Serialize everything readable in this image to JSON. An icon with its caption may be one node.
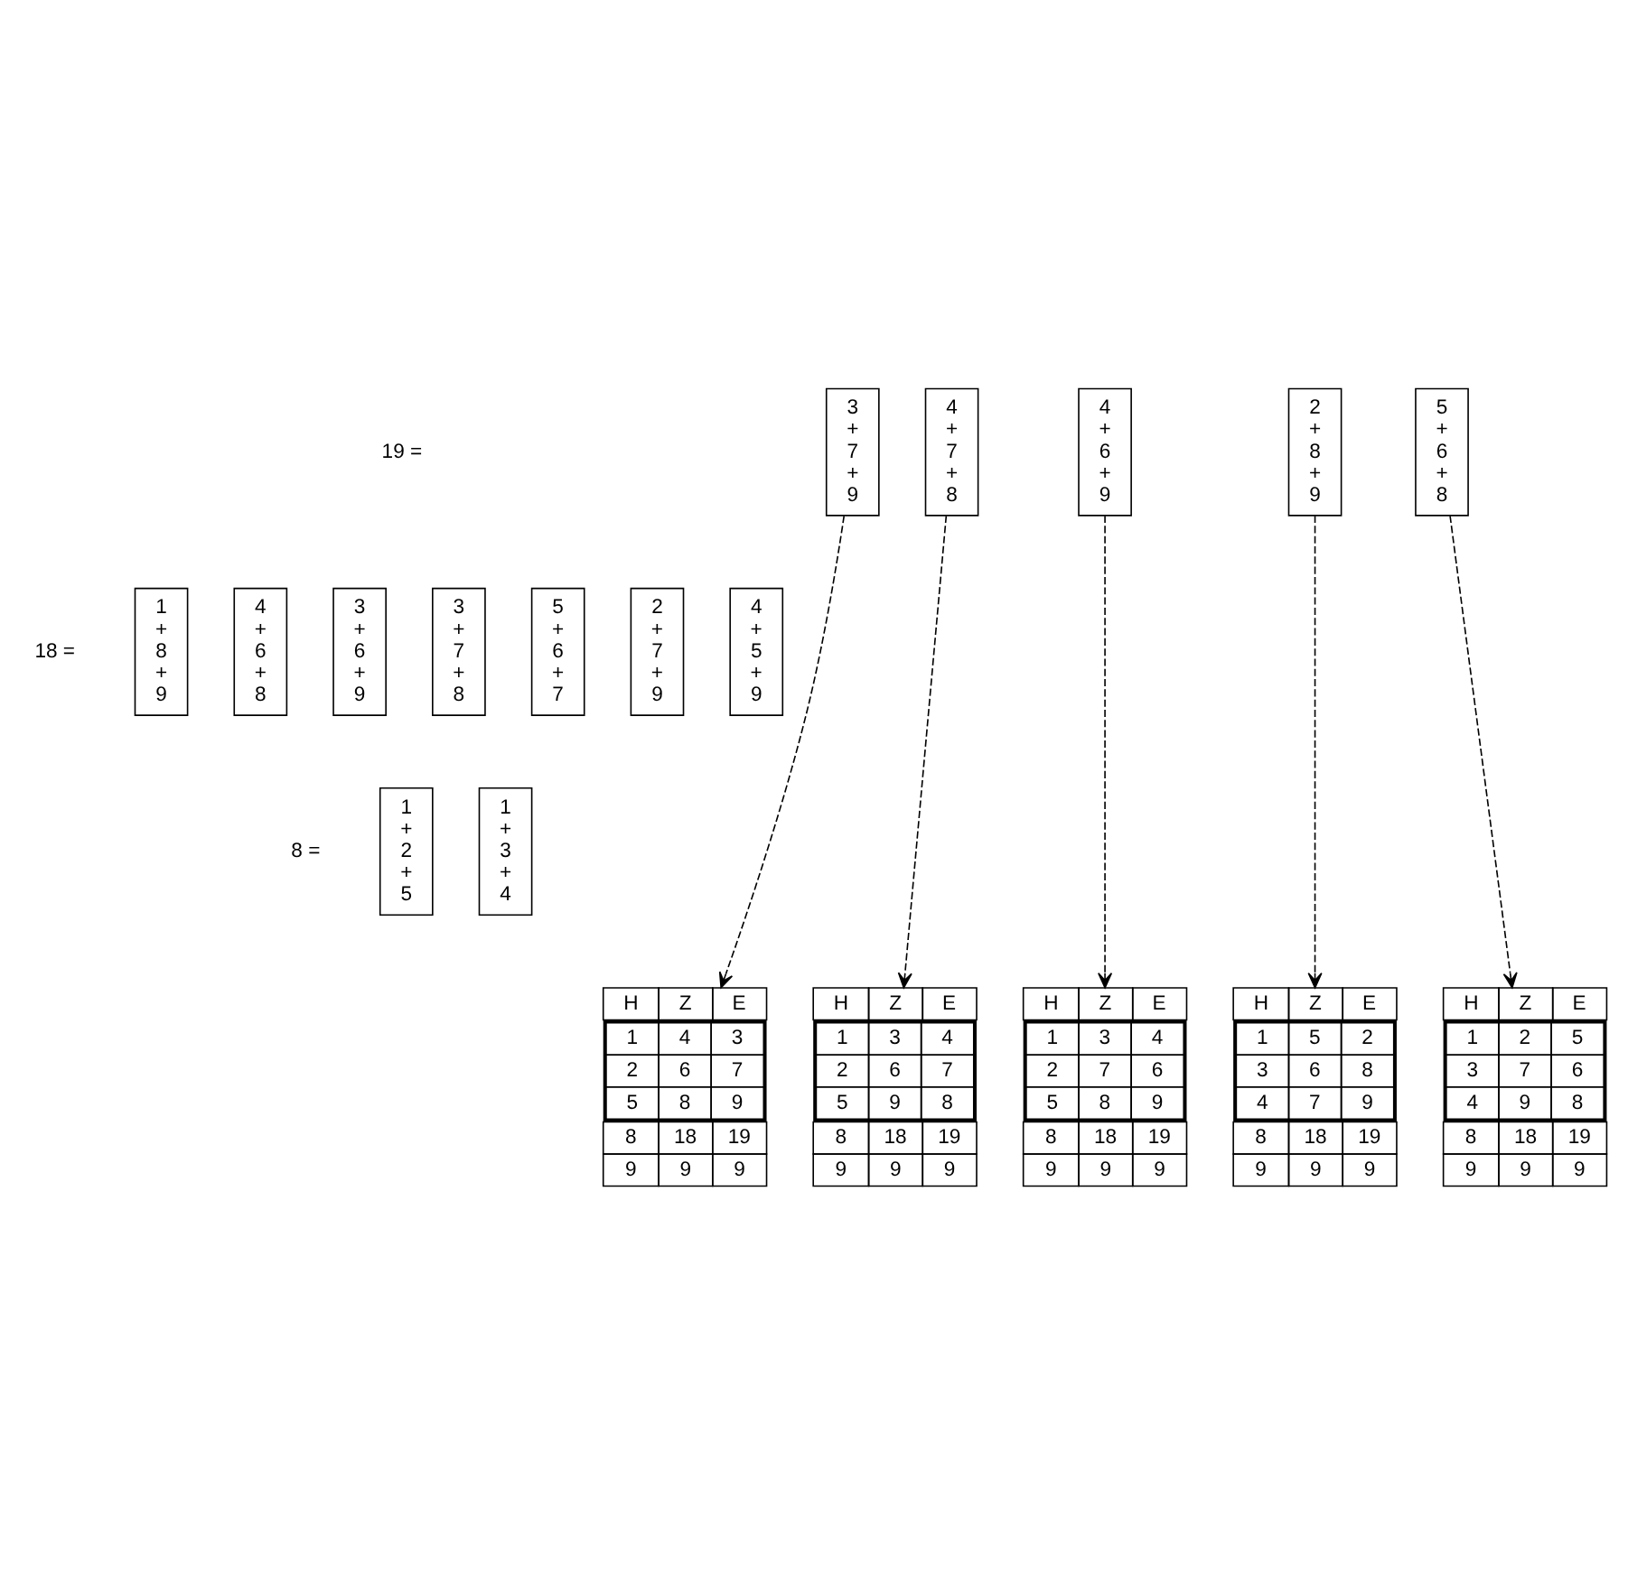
{
  "diagram": {
    "nodes": [
      {
        "text": [
          "3 + 7 + 9"
        ]
      },
      {
        "text": [
          "4 + 7 + 8"
        ]
      },
      {
        "text": [
          "4 + 6 + 9"
        ]
      },
      {
        "text": [
          "2 + 8 + 9"
        ]
      },
      {
        "text": [
          "5 + 6 + 8"
        ]
      },
      {
        "text": [
          "1 + 8 + 9"
        ]
      },
      {
        "text": [
          "4 + 6 + 8"
        ]
      },
      {
        "text": [
          "3 + 6 + 9"
        ]
      },
      {
        "text": [
          "3 + 7 + 8"
        ]
      },
      {
        "text": [
          "5 + 6 + 7"
        ]
      },
      {
        "text": [
          "2 + 7 + 9"
        ]
      },
      {
        "text": [
          "4 + 5 + 9"
        ]
      },
      {
        "text": [
          "1 + 2 + 5"
        ]
      },
      {
        "text": [
          "1 + 3 + 4"
        ]
      },
      {
        "text": [
          "H",
          "Z",
          "E",
          "1",
          "4",
          "3",
          "2",
          "6",
          "7",
          "5",
          "8",
          "9",
          "8",
          "18",
          "19",
          "9",
          "9",
          "9"
        ]
      },
      {
        "text": [
          "H",
          "Z",
          "E",
          "1",
          "3",
          "4",
          "2",
          "6",
          "7",
          "5",
          "9",
          "8",
          "8",
          "18",
          "19",
          "9",
          "9",
          "9"
        ]
      },
      {
        "text": [
          "H",
          "Z",
          "E",
          "1",
          "3",
          "4",
          "2",
          "7",
          "6",
          "5",
          "8",
          "9",
          "8",
          "18",
          "19",
          "9",
          "9",
          "9"
        ]
      },
      {
        "text": [
          "H",
          "Z",
          "E",
          "1",
          "5",
          "2",
          "3",
          "6",
          "8",
          "4",
          "7",
          "9",
          "8",
          "18",
          "19",
          "9",
          "9",
          "9"
        ]
      },
      {
        "text": [
          "H",
          "Z",
          "E",
          "1",
          "2",
          "5",
          "3",
          "7",
          "6",
          "4",
          "9",
          "8",
          "8",
          "18",
          "19",
          "9",
          "9",
          "9"
        ]
      }
    ],
    "edges": [
      {
        "from": 0,
        "to": 14,
        "arrow": "to",
        "style": "dashed"
      },
      {
        "from": 1,
        "to": 15,
        "arrow": "to",
        "style": "dashed"
      },
      {
        "from": 2,
        "to": 16,
        "arrow": "to",
        "style": "dashed"
      },
      {
        "from": 3,
        "to": 17,
        "arrow": "to",
        "style": "dashed"
      },
      {
        "from": 4,
        "to": 18,
        "arrow": "to",
        "style": "dashed"
      }
    ],
    "labels": [
      "19 =",
      "18 =",
      "8 ="
    ]
  }
}
